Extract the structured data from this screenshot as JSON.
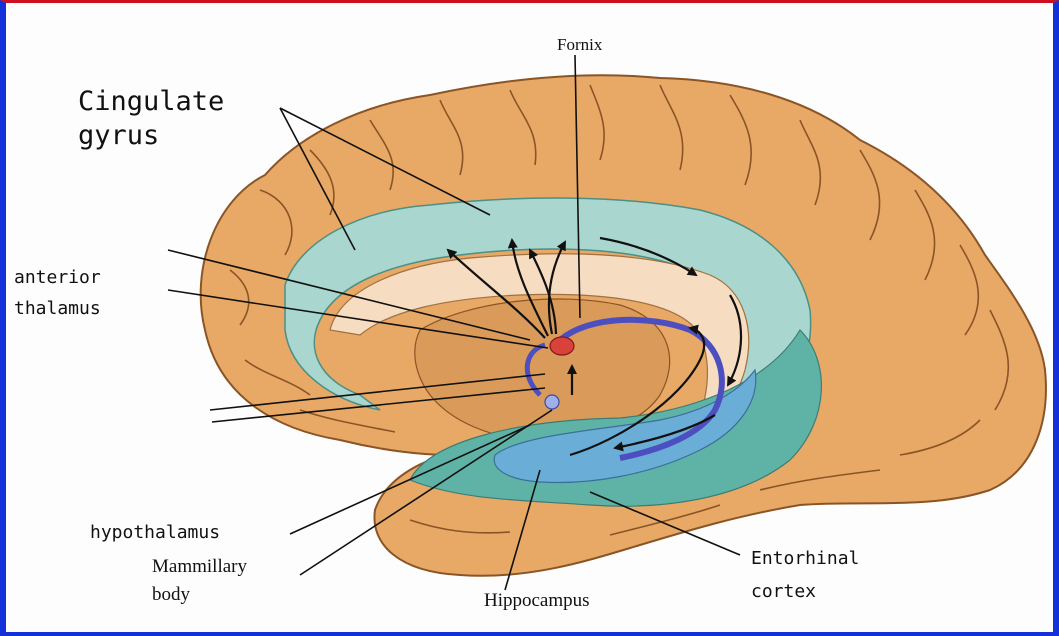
{
  "labels": {
    "fornix": "Fornix",
    "cingulate_1": "Cingulate",
    "cingulate_2": "gyrus",
    "anterior_1": "anterior",
    "anterior_2": "thalamus",
    "hypothalamus": "hypothalamus",
    "mammillary_1": "Mammillary",
    "mammillary_2": "body",
    "hippocampus": "Hippocampus",
    "entorhinal_1": "Entorhinal",
    "entorhinal_2": "cortex"
  },
  "colors": {
    "frame_blue": "#1430d8",
    "frame_red": "#cc1020",
    "cortex": "#e8a866",
    "cortex_outline": "#8a5526",
    "cingulate": "#a9d6ce",
    "entorhinal": "#5fb3a6",
    "hippocampus": "#6aaed8",
    "fornix": "#4d4ec0",
    "thalamus": "#d8423a",
    "corpus_callosum": "#f6dcc0",
    "diencephalon": "#d99a5a"
  }
}
